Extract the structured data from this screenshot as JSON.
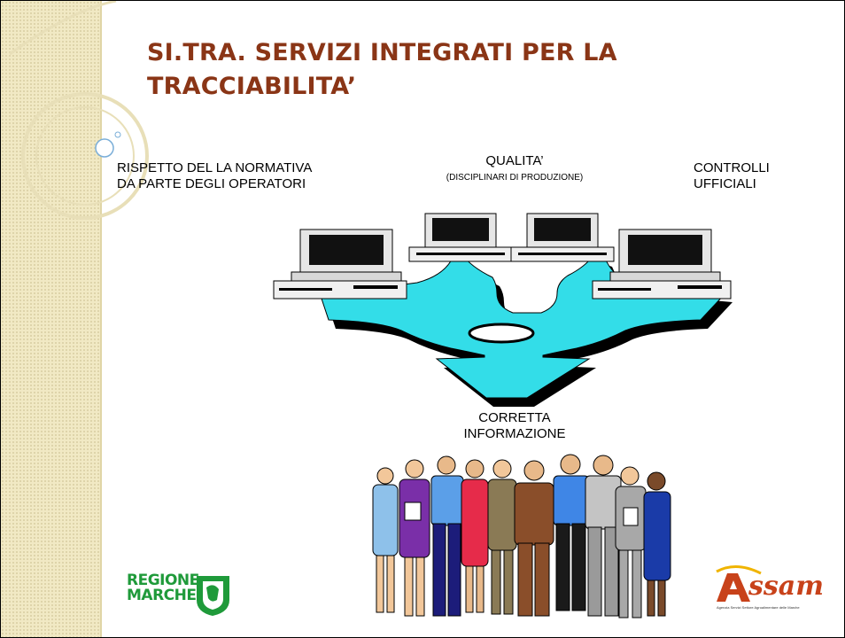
{
  "slide": {
    "title_line1": "SI.TRA. SERVIZI INTEGRATI PER LA",
    "title_line2": "TRACCIABILITA’"
  },
  "diagram": {
    "left_label_line1": "RISPETTO DEL LA NORMATIVA",
    "left_label_line2": "DA PARTE DEGLI OPERATORI",
    "center_label": "QUALITA’",
    "center_sublabel": "(DISCIPLINARI DI PRODUZIONE)",
    "right_label_line1": "CONTROLLI",
    "right_label_line2": "UFFICIALI",
    "bottom_label_line1": "CORRETTA",
    "bottom_label_line2": "INFORMAZIONE",
    "flow_color": "#33dde8"
  },
  "logos": {
    "left_text_line1": "REGIONE",
    "left_text_line2": "MARCHE",
    "left_color": "#1f9a3a",
    "right_text": "ssam",
    "right_initial": "A",
    "right_tagline": "Agenzia Servizi Settore Agroalimentare delle Marche"
  },
  "colors": {
    "title": "#8a3516",
    "sidebar": "#f1e9c4"
  }
}
